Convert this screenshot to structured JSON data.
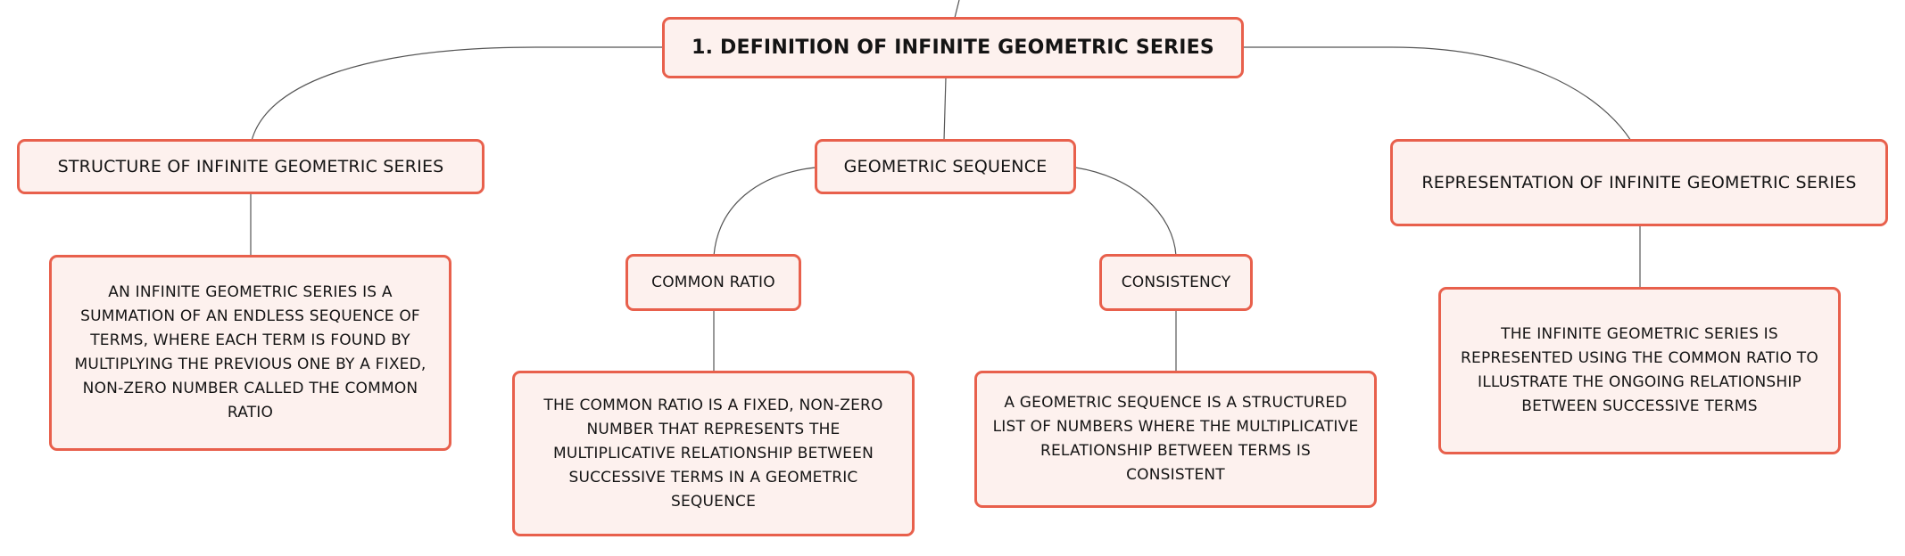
{
  "diagram": {
    "root": {
      "label": "1. DEFINITION OF INFINITE GEOMETRIC SERIES"
    },
    "structure": {
      "label": "STRUCTURE OF INFINITE GEOMETRIC SERIES",
      "description": "AN INFINITE GEOMETRIC SERIES IS A SUMMATION OF AN ENDLESS SEQUENCE OF TERMS, WHERE EACH TERM IS FOUND BY MULTIPLYING THE PREVIOUS ONE BY A FIXED, NON-ZERO NUMBER CALLED THE COMMON RATIO"
    },
    "sequence": {
      "label": "GEOMETRIC SEQUENCE",
      "common_ratio": {
        "label": "COMMON RATIO",
        "description": "THE COMMON RATIO IS A FIXED, NON-ZERO NUMBER THAT REPRESENTS THE MULTIPLICATIVE RELATIONSHIP BETWEEN SUCCESSIVE TERMS IN A GEOMETRIC SEQUENCE"
      },
      "consistency": {
        "label": "CONSISTENCY",
        "description": "A GEOMETRIC SEQUENCE IS A STRUCTURED LIST OF NUMBERS WHERE THE MULTIPLICATIVE RELATIONSHIP BETWEEN TERMS IS CONSISTENT"
      }
    },
    "representation": {
      "label": "REPRESENTATION OF INFINITE GEOMETRIC SERIES",
      "description": "THE INFINITE GEOMETRIC SERIES IS REPRESENTED USING THE COMMON RATIO TO ILLUSTRATE THE ONGOING RELATIONSHIP BETWEEN SUCCESSIVE TERMS"
    },
    "colors": {
      "node_border": "#e8604c",
      "node_fill": "#fdf1ee",
      "connector": "#555555",
      "text": "#141414"
    }
  }
}
